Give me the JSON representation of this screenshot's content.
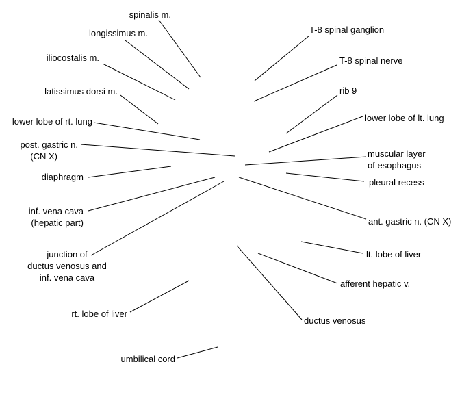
{
  "labels": {
    "spinalis": "spinalis m.",
    "longissimus": "longissimus m.",
    "iliocostalis": "iliocostalis m.",
    "latissimus": "latissimus dorsi m.",
    "lower_lobe_rt_lung": "lower lobe of rt. lung",
    "post_gastric_1": "post. gastric n.",
    "post_gastric_2": "(CN X)",
    "diaphragm": "diaphragm",
    "ivc_1": "inf. vena cava",
    "ivc_2": "(hepatic part)",
    "junction_1": "junction of",
    "junction_2": "ductus venosus and",
    "junction_3": "inf. vena cava",
    "rt_lobe_liver": "rt. lobe of liver",
    "umbilical_cord": "umbilical cord",
    "t8_ganglion": "T-8 spinal ganglion",
    "t8_nerve": "T-8 spinal nerve",
    "rib9": "rib 9",
    "lower_lobe_lt_lung": "lower lobe of lt. lung",
    "muscular_layer_1": "muscular layer",
    "muscular_layer_2": "of esophagus",
    "pleural_recess": "pleural recess",
    "ant_gastric": "ant. gastric n. (CN X)",
    "lt_lobe_liver": "lt. lobe of liver",
    "afferent_hepatic": "afferent hepatic v.",
    "ductus_venosus": "ductus venosus"
  }
}
